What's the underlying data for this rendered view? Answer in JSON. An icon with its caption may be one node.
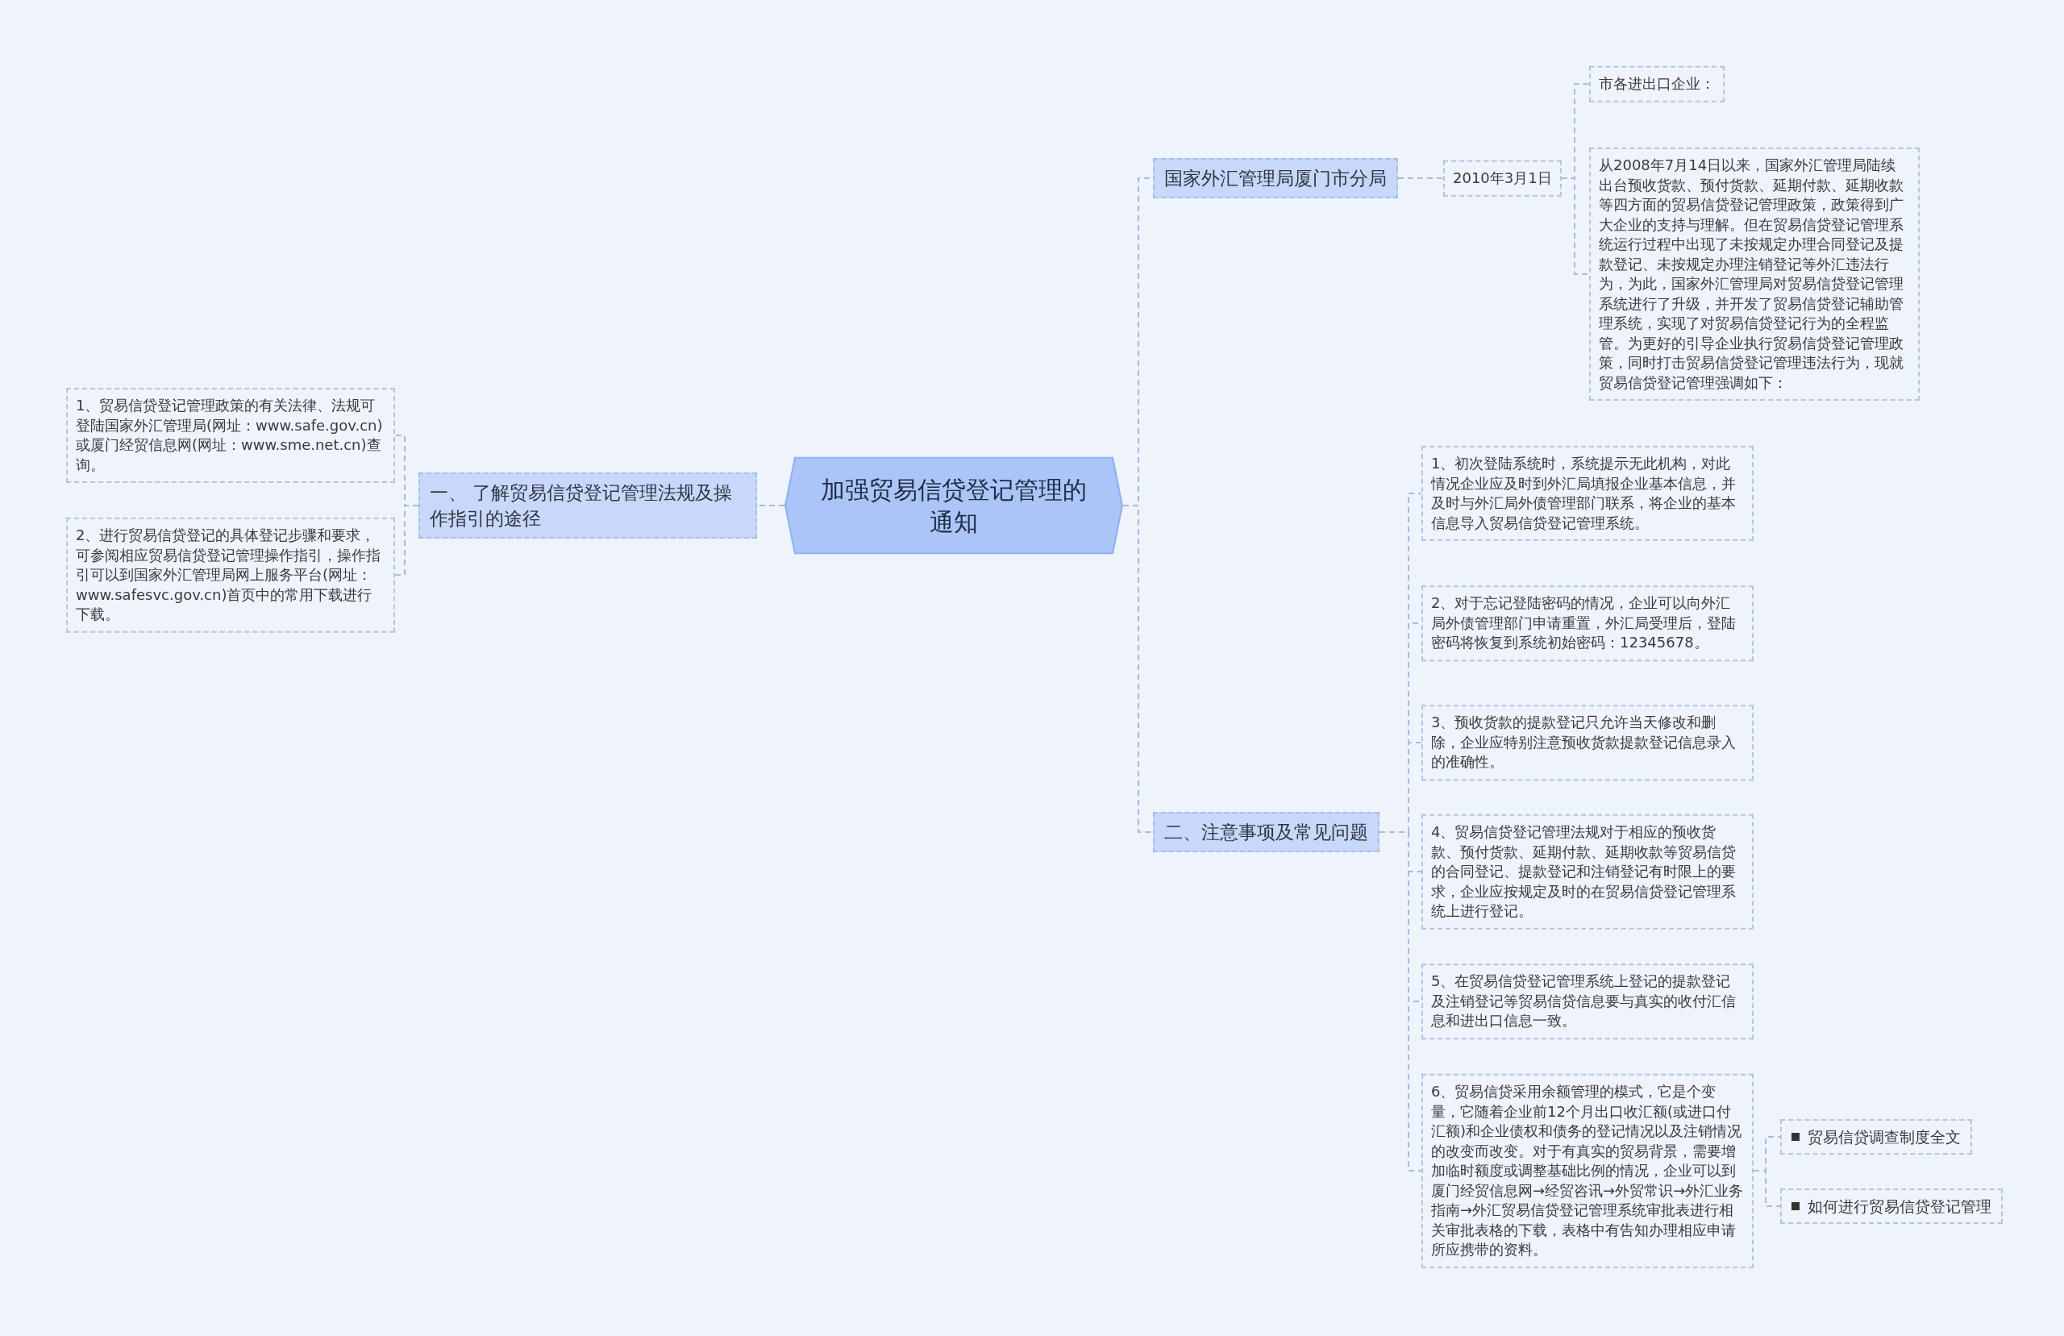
{
  "diagram": {
    "nodes": [
      {
        "text": [
          "加强贸易信贷登记管理的通知"
        ]
      },
      {
        "text": [
          "一、 了解贸易信贷登记管理法规及操作指引的途径"
        ]
      },
      {
        "text": [
          "1、贸易信贷登记管理政策的有关法律、法规可登陆国家外汇管理局(网址：www.safe.gov.cn)或厦门经贸信息网(网址：www.sme.net.cn)查询。"
        ]
      },
      {
        "text": [
          "2、进行贸易信贷登记的具体登记步骤和要求，可参阅相应贸易信贷登记管理操作指引，操作指引可以到国家外汇管理局网上服务平台(网址：www.safesvc.gov.cn)首页中的常用下载进行下载。"
        ]
      },
      {
        "text": [
          "国家外汇管理局厦门市分局"
        ]
      },
      {
        "text": [
          "2010年3月1日"
        ]
      },
      {
        "text": [
          "市各进出口企业："
        ]
      },
      {
        "text": [
          "从2008年7月14日以来，国家外汇管理局陆续出台预收货款、预付货款、延期付款、延期收款等四方面的贸易信贷登记管理政策，政策得到广大企业的支持与理解。但在贸易信贷登记管理系统运行过程中出现了未按规定办理合同登记及提款登记、未按规定办理注销登记等外汇违法行为，为此，国家外汇管理局对贸易信贷登记管理系统进行了升级，并开发了贸易信贷登记辅助管理系统，实现了对贸易信贷登记行为的全程监管。为更好的引导企业执行贸易信贷登记管理政策，同时打击贸易信贷登记管理违法行为，现就贸易信贷登记管理强调如下："
        ]
      },
      {
        "text": [
          "二、注意事项及常见问题"
        ]
      },
      {
        "text": [
          "1、初次登陆系统时，系统提示无此机构，对此情况企业应及时到外汇局填报企业基本信息，并及时与外汇局外债管理部门联系，将企业的基本信息导入贸易信贷登记管理系统。"
        ]
      },
      {
        "text": [
          "2、对于忘记登陆密码的情况，企业可以向外汇局外债管理部门申请重置，外汇局受理后，登陆密码将恢复到系统初始密码：12345678。"
        ]
      },
      {
        "text": [
          "3、预收货款的提款登记只允许当天修改和删除，企业应特别注意预收货款提款登记信息录入的准确性。"
        ]
      },
      {
        "text": [
          "4、贸易信贷登记管理法规对于相应的预收货款、预付货款、延期付款、延期收款等贸易信贷的合同登记、提款登记和注销登记有时限上的要求，企业应按规定及时的在贸易信贷登记管理系统上进行登记。"
        ]
      },
      {
        "text": [
          "5、在贸易信贷登记管理系统上登记的提款登记及注销登记等贸易信贷信息要与真实的收付汇信息和进出口信息一致。"
        ]
      },
      {
        "text": [
          "6、贸易信贷采用余额管理的模式，它是个变量，它随着企业前12个月出口收汇额(或进口付汇额)和企业债权和债务的登记情况以及注销情况的改变而改变。对于有真实的贸易背景，需要增加临时额度或调整基础比例的情况，企业可以到厦门经贸信息网→经贸咨讯→外贸常识→外汇业务指南→外汇贸易信贷登记管理系统审批表进行相关审批表格的下载，表格中有告知办理相应申请所应携带的资料。"
        ]
      },
      {
        "text": [
          "贸易信贷调查制度全文"
        ]
      },
      {
        "text": [
          "如何进行贸易信贷登记管理"
        ]
      }
    ],
    "edges": [
      {
        "from": 0,
        "to": 1,
        "arrow": "none"
      },
      {
        "from": 1,
        "to": 2,
        "arrow": "none"
      },
      {
        "from": 1,
        "to": 3,
        "arrow": "none"
      },
      {
        "from": 0,
        "to": 4,
        "arrow": "none"
      },
      {
        "from": 4,
        "to": 5,
        "arrow": "none"
      },
      {
        "from": 5,
        "to": 6,
        "arrow": "none"
      },
      {
        "from": 5,
        "to": 7,
        "arrow": "none"
      },
      {
        "from": 0,
        "to": 8,
        "arrow": "none"
      },
      {
        "from": 8,
        "to": 9,
        "arrow": "none"
      },
      {
        "from": 8,
        "to": 10,
        "arrow": "none"
      },
      {
        "from": 8,
        "to": 11,
        "arrow": "none"
      },
      {
        "from": 8,
        "to": 12,
        "arrow": "none"
      },
      {
        "from": 8,
        "to": 13,
        "arrow": "none"
      },
      {
        "from": 8,
        "to": 14,
        "arrow": "none"
      },
      {
        "from": 14,
        "to": 15,
        "arrow": "none"
      },
      {
        "from": 14,
        "to": 16,
        "arrow": "none"
      }
    ]
  }
}
